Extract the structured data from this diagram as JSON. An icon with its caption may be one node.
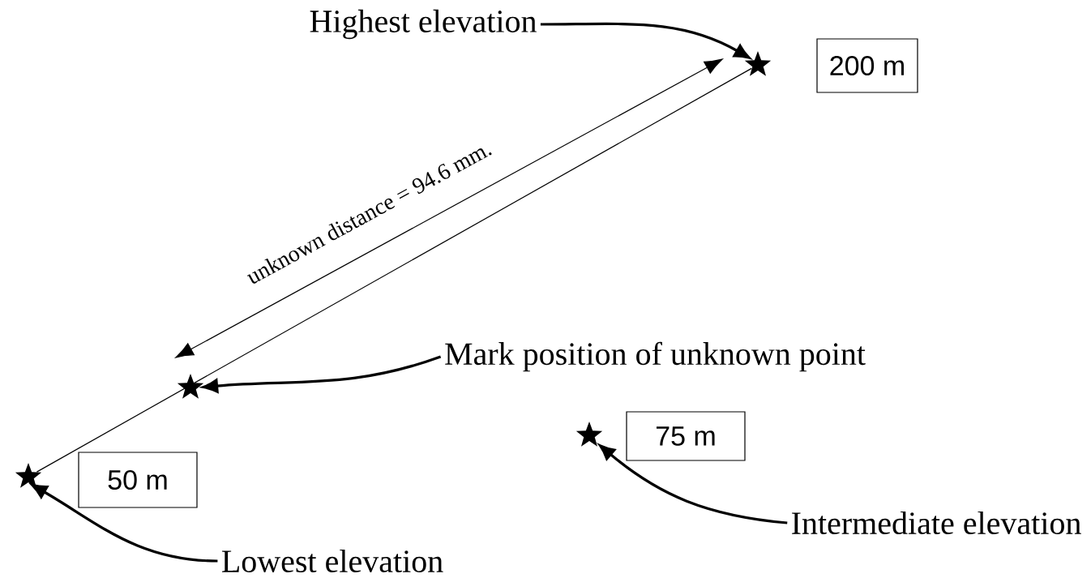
{
  "diagram": {
    "nodes": [
      {
        "text": [],
        "shape": "star"
      },
      {
        "text": [
          "200 m"
        ]
      },
      {
        "text": [],
        "shape": "star"
      },
      {
        "text": [],
        "shape": "star"
      },
      {
        "text": [
          "50 m"
        ]
      },
      {
        "text": [],
        "shape": "star"
      },
      {
        "text": [
          "75 m"
        ]
      },
      {
        "text": [
          "Highest elevation"
        ]
      },
      {
        "text": [
          "Mark position of unknown point"
        ]
      },
      {
        "text": [
          "Intermediate elevation"
        ]
      },
      {
        "text": [
          "Lowest elevation"
        ]
      }
    ],
    "edges": [
      {
        "from": 3,
        "to": 0,
        "arrow": "none"
      },
      {
        "from": 7,
        "to": 0,
        "arrow": "to"
      },
      {
        "from": 8,
        "to": 2,
        "arrow": "to"
      },
      {
        "from": 9,
        "to": 5,
        "arrow": "to"
      },
      {
        "from": 10,
        "to": 3,
        "arrow": "to"
      }
    ],
    "labels": [
      "unknown distance = 94.6 mm."
    ]
  }
}
